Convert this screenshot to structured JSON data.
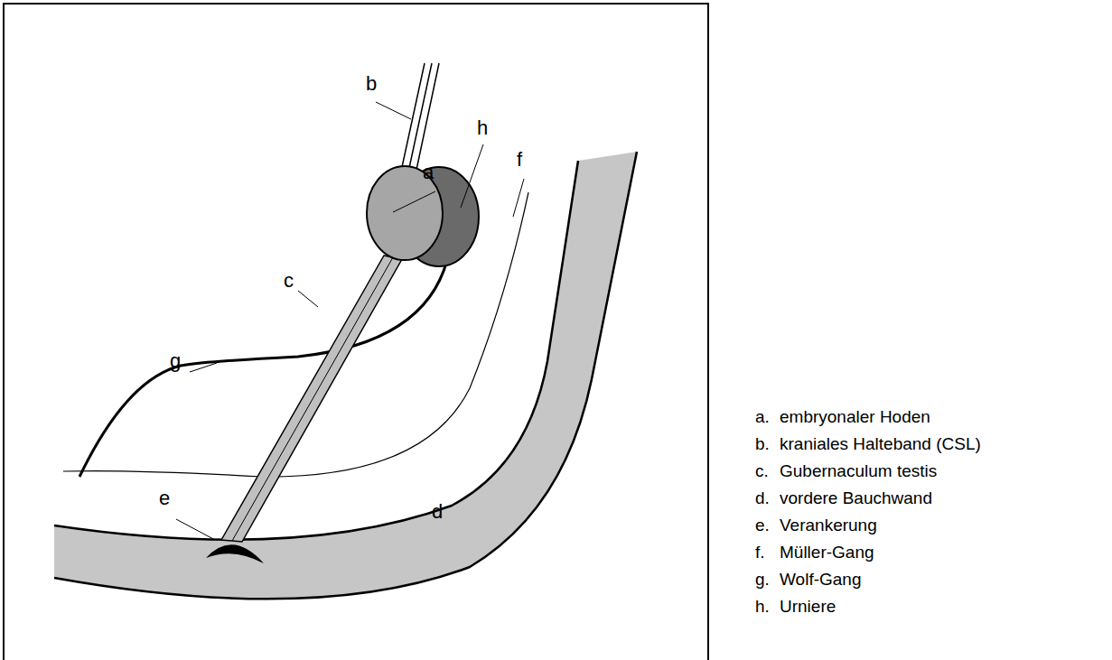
{
  "diagram": {
    "labels": [
      "b",
      "h",
      "f",
      "a",
      "c",
      "g",
      "e",
      "d",
      "a.",
      "embryonaler Hoden",
      "b.",
      "kraniales Halteband (CSL)",
      "c.",
      "Gubernaculum testis",
      "d.",
      "vordere Bauchwand",
      "e.",
      "Verankerung",
      "f.",
      "Müller-Gang",
      "g.",
      "Wolf-Gang",
      "h.",
      "Urniere"
    ]
  }
}
